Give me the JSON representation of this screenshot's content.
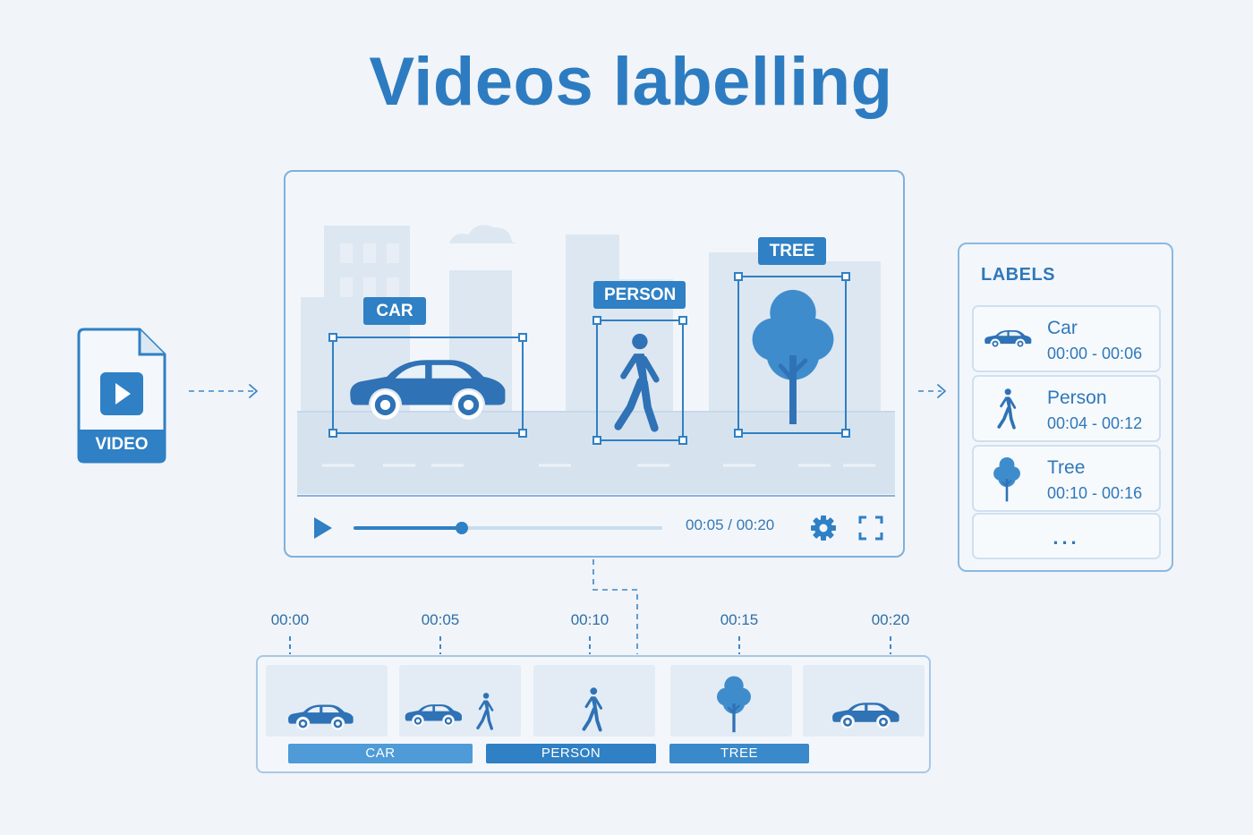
{
  "title": "Videos labelling",
  "file": {
    "label": "VIDEO",
    "icon": "video-file-icon"
  },
  "player": {
    "tags": {
      "car": "CAR",
      "person": "PERSON",
      "tree": "TREE"
    },
    "time": "00:05 / 00:20",
    "progress": 0.35,
    "icons": [
      "play-icon",
      "gear-icon",
      "fullscreen-icon"
    ]
  },
  "labels_panel": {
    "heading": "LABELS",
    "items": [
      {
        "name": "Car",
        "range": "00:00 - 00:06",
        "icon": "car-icon"
      },
      {
        "name": "Person",
        "range": "00:04 - 00:12",
        "icon": "person-icon"
      },
      {
        "name": "Tree",
        "range": "00:10 - 00:16",
        "icon": "tree-icon"
      }
    ],
    "more": "..."
  },
  "timeline": {
    "ticks": [
      "00:00",
      "00:05",
      "00:10",
      "00:15",
      "00:20"
    ],
    "segments": [
      "CAR",
      "PERSON",
      "TREE"
    ]
  },
  "colors": {
    "accent": "#2f80c4",
    "light_accent": "#4e9bd8",
    "background": "#f1f4f8"
  }
}
